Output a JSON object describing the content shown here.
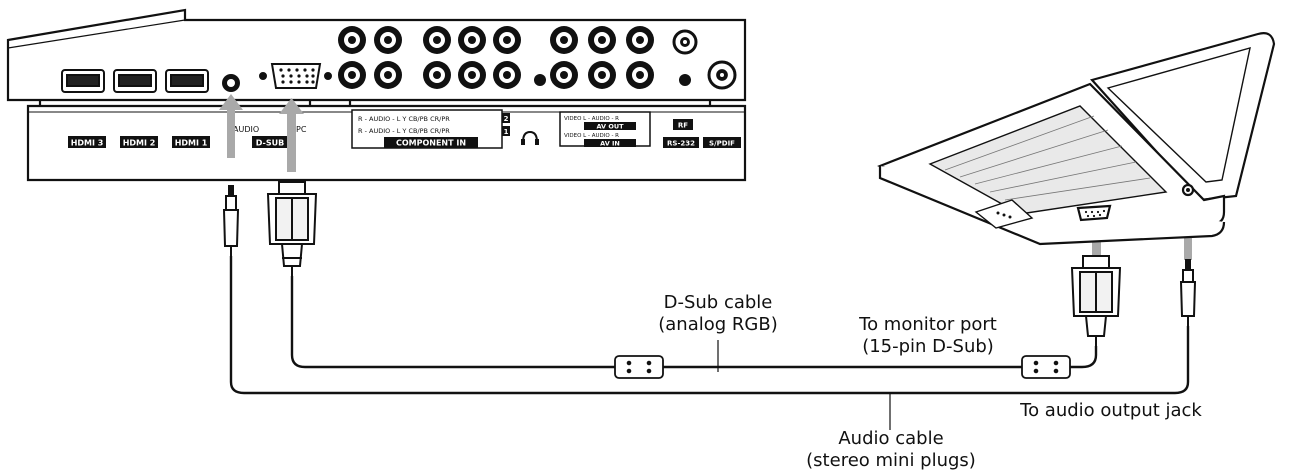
{
  "panel": {
    "hdmi3": "HDMI 3",
    "hdmi2": "HDMI 2",
    "hdmi1": "HDMI 1",
    "audio": "AUDIO",
    "pc": "PC",
    "dsub": "D-SUB",
    "comp_row2": "R - AUDIO - L    Y    CB/PB    CR/PR",
    "comp_row1": "R - AUDIO - L    Y    CB/PB    CR/PR",
    "comp_num2": "2",
    "comp_num1": "1",
    "component_in": "COMPONENT IN",
    "av_out_row": "VIDEO    L - AUDIO - R",
    "av_out": "AV OUT",
    "av_in_row": "VIDEO    L - AUDIO - R",
    "av_in": "AV IN",
    "rf": "RF",
    "rs232": "RS-232",
    "spdif": "S/PDIF"
  },
  "labels": {
    "dsub_cable_1": "D-Sub cable",
    "dsub_cable_2": "(analog RGB)",
    "monitor_port_1": "To monitor port",
    "monitor_port_2": "(15-pin D-Sub)",
    "audio_jack": "To audio output jack",
    "audio_cable_1": "Audio cable",
    "audio_cable_2": "(stereo mini plugs)"
  },
  "colors": {
    "line": "#111111",
    "arrow": "#a9a9a9",
    "label_bg": "#111111",
    "label_fg": "#ffffff"
  }
}
